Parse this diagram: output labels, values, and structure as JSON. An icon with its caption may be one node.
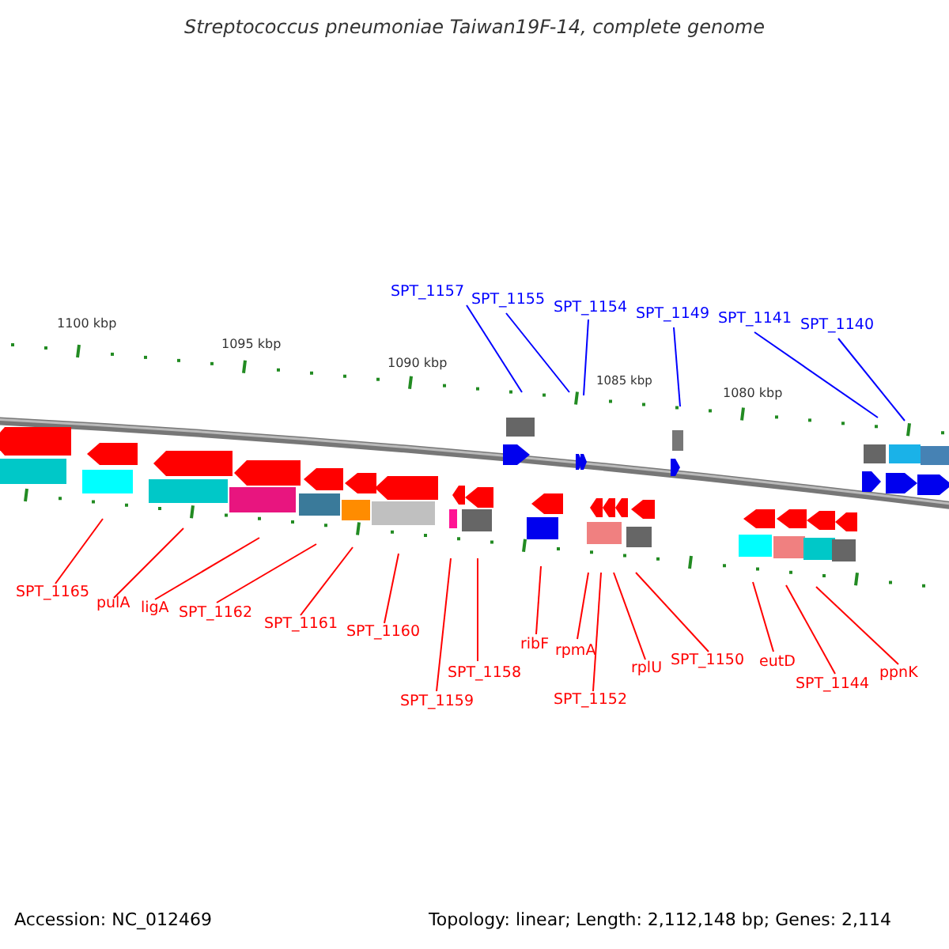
{
  "diagram": {
    "title": "Streptococcus pneumoniae Taiwan19F-14, complete genome",
    "nodes": [
      {
        "text": [
          "SPT_1157"
        ]
      },
      {
        "text": [
          "SPT_1155"
        ]
      },
      {
        "text": [
          "SPT_1154"
        ]
      },
      {
        "text": [
          "SPT_1149"
        ]
      },
      {
        "text": [
          "SPT_1141"
        ]
      },
      {
        "text": [
          "SPT_1140"
        ]
      },
      {
        "text": [
          "SPT_1165"
        ]
      },
      {
        "text": [
          "pulA"
        ]
      },
      {
        "text": [
          "ligA"
        ]
      },
      {
        "text": [
          "SPT_1162"
        ]
      },
      {
        "text": [
          "SPT_1161"
        ]
      },
      {
        "text": [
          "SPT_1160"
        ]
      },
      {
        "text": [
          "SPT_1159"
        ]
      },
      {
        "text": [
          "SPT_1158"
        ]
      },
      {
        "text": [
          "ribF"
        ]
      },
      {
        "text": [
          "rpmA"
        ]
      },
      {
        "text": [
          "SPT_1152"
        ]
      },
      {
        "text": [
          "rplU"
        ]
      },
      {
        "text": [
          "SPT_1150"
        ]
      },
      {
        "text": [
          "eutD"
        ]
      },
      {
        "text": [
          "SPT_1144"
        ]
      },
      {
        "text": [
          "ppnK"
        ]
      }
    ],
    "edges": [
      {
        "from": 0,
        "to": null,
        "arrow": "none",
        "color": "#0000ff"
      },
      {
        "from": 1,
        "to": null,
        "arrow": "none",
        "color": "#0000ff"
      },
      {
        "from": 2,
        "to": null,
        "arrow": "none",
        "color": "#0000ff"
      },
      {
        "from": 3,
        "to": null,
        "arrow": "none",
        "color": "#0000ff"
      },
      {
        "from": 4,
        "to": null,
        "arrow": "none",
        "color": "#0000ff"
      },
      {
        "from": 5,
        "to": null,
        "arrow": "none",
        "color": "#0000ff"
      },
      {
        "from": 6,
        "to": null,
        "arrow": "none"
      },
      {
        "from": 7,
        "to": null,
        "arrow": "none"
      },
      {
        "from": 8,
        "to": null,
        "arrow": "none"
      },
      {
        "from": 9,
        "to": null,
        "arrow": "none"
      },
      {
        "from": 10,
        "to": null,
        "arrow": "none"
      },
      {
        "from": 11,
        "to": null,
        "arrow": "none"
      },
      {
        "from": 12,
        "to": null,
        "arrow": "none"
      },
      {
        "from": 13,
        "to": null,
        "arrow": "none"
      },
      {
        "from": 14,
        "to": null,
        "arrow": "none"
      },
      {
        "from": 15,
        "to": null,
        "arrow": "none"
      },
      {
        "from": 16,
        "to": null,
        "arrow": "none"
      },
      {
        "from": 17,
        "to": null,
        "arrow": "none"
      },
      {
        "from": 18,
        "to": null,
        "arrow": "none"
      },
      {
        "from": 19,
        "to": null,
        "arrow": "none"
      },
      {
        "from": 20,
        "to": null,
        "arrow": "none"
      },
      {
        "from": 21,
        "to": null,
        "arrow": "none"
      }
    ],
    "labels": [
      "1100 kbp",
      "1095 kbp",
      "1090 kbp",
      "1085 kbp",
      "1080 kbp",
      "Accession: NC_012469",
      "Topology: linear; Length: 2,112,148 bp; Genes: 2,114"
    ]
  }
}
